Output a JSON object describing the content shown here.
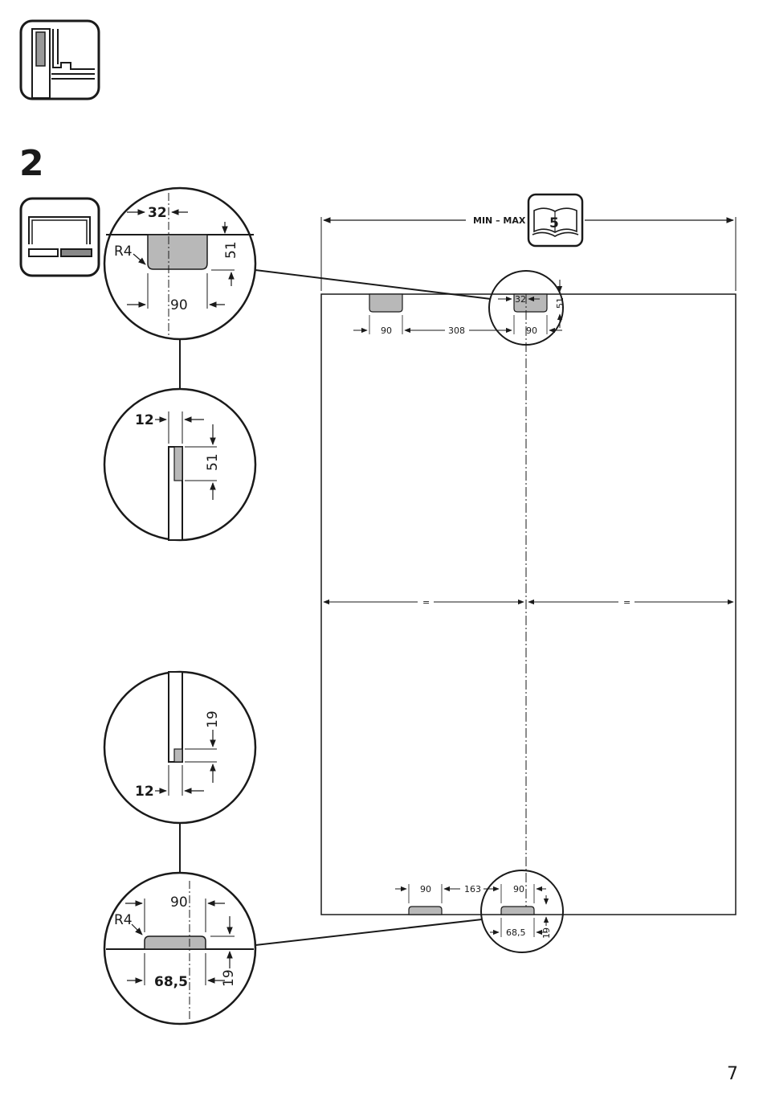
{
  "step": {
    "number": "2"
  },
  "page": {
    "number": "7"
  },
  "reference": {
    "label": "MIN – MAX",
    "page_ref": "5"
  },
  "top_detail": {
    "width": "32",
    "depth": "51",
    "hinge_offset": "90",
    "radius": "R4"
  },
  "door_top": {
    "left_offset": "90",
    "spacing": "308",
    "right_offset": "90",
    "cut_width": "32",
    "cut_depth": "51"
  },
  "edge_detail_upper": {
    "thickness": "12",
    "depth": "51"
  },
  "center_marks": {
    "left": "=",
    "right": "="
  },
  "edge_detail_lower": {
    "thickness": "12",
    "depth": "19"
  },
  "bottom_detail": {
    "hinge_offset": "90",
    "width": "68,5",
    "depth": "19",
    "radius": "R4"
  },
  "door_bottom": {
    "left_offset": "90",
    "spacing": "163",
    "right_offset": "90",
    "cut_width": "68,5",
    "cut_depth": "19"
  },
  "colors": {
    "line": "#1a1a1a",
    "fill_gray": "#b8b8b8",
    "fill_dark": "#8a8a8a"
  },
  "icons": [
    "cabinet-corner-icon",
    "drawer-front-icon",
    "manual-reference-icon"
  ]
}
